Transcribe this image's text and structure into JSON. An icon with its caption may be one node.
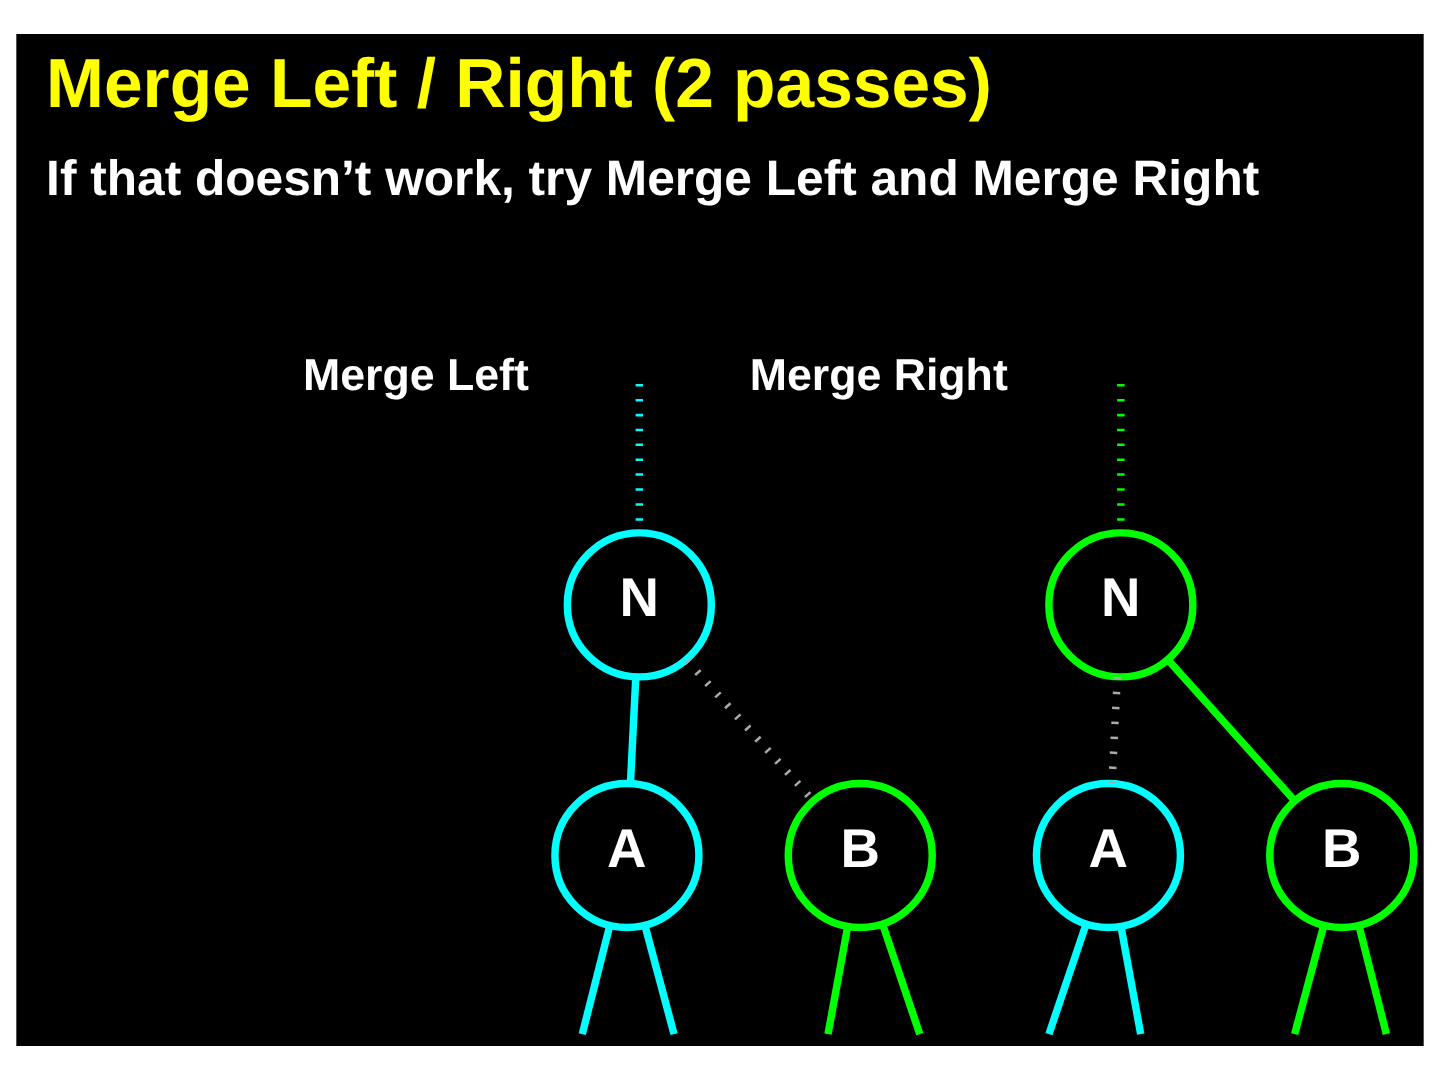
{
  "diagram": {
    "title": "Merge Left / Right (2 passes)",
    "nodes": [
      {
        "text": [
          "N"
        ]
      },
      {
        "text": [
          "A"
        ]
      },
      {
        "text": [
          "B"
        ]
      },
      {
        "text": [
          "N"
        ]
      },
      {
        "text": [
          "A"
        ]
      },
      {
        "text": [
          "B"
        ]
      }
    ],
    "edges": [
      {
        "from": null,
        "to": 0,
        "arrow": "none",
        "style": "dashed",
        "color": "#00ffff"
      },
      {
        "from": 0,
        "to": 1,
        "arrow": "none",
        "color": "#00ffff"
      },
      {
        "from": 0,
        "to": 2,
        "arrow": "none",
        "style": "dashed",
        "color": "#aaaaaa"
      },
      {
        "from": 1,
        "to": null,
        "arrow": "none",
        "color": "#00ffff"
      },
      {
        "from": 1,
        "to": null,
        "arrow": "none",
        "color": "#00ffff"
      },
      {
        "from": 2,
        "to": null,
        "arrow": "none",
        "color": "#00ff00"
      },
      {
        "from": 2,
        "to": null,
        "arrow": "none",
        "color": "#00ff00"
      },
      {
        "from": null,
        "to": 3,
        "arrow": "none",
        "style": "dashed",
        "color": "#00ff00"
      },
      {
        "from": 3,
        "to": 4,
        "arrow": "none",
        "style": "dashed",
        "color": "#aaaaaa"
      },
      {
        "from": 3,
        "to": 5,
        "arrow": "none",
        "color": "#00ff00"
      },
      {
        "from": 4,
        "to": null,
        "arrow": "none",
        "color": "#00ffff"
      },
      {
        "from": 4,
        "to": null,
        "arrow": "none",
        "color": "#00ffff"
      },
      {
        "from": 5,
        "to": null,
        "arrow": "none",
        "color": "#00ff00"
      },
      {
        "from": 5,
        "to": null,
        "arrow": "none",
        "color": "#00ff00"
      }
    ],
    "labels": [
      "If that doesn’t work, try Merge Left and Merge Right",
      "Merge Left",
      "Merge Right"
    ]
  }
}
